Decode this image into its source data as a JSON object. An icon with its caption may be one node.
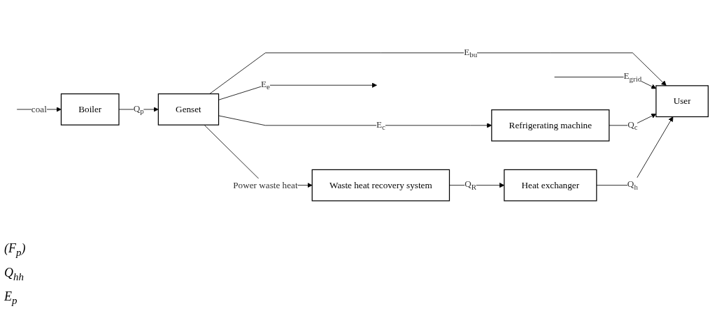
{
  "diagram": {
    "nodes": [
      {
        "text": [
          "Waste heat recovery system"
        ]
      },
      {
        "text": [
          "Boiler"
        ]
      },
      {
        "text": [
          "Genset"
        ]
      },
      {
        "text": [
          "Refrigerating machine"
        ]
      },
      {
        "text": [
          "Heat exchanger"
        ]
      },
      {
        "text": [
          "User"
        ]
      }
    ],
    "edges": [
      {
        "from": null,
        "to": 1,
        "arrow": "to",
        "label": "coal"
      },
      {
        "from": 1,
        "to": 2,
        "arrow": "to",
        "label": "Q$_{p}$"
      },
      {
        "from": 2,
        "to": 0,
        "arrow": "to",
        "label": "Power waste heat"
      },
      {
        "from": 0,
        "to": 4,
        "arrow": "to",
        "label": "Q$_{R}$"
      },
      {
        "from": 2,
        "to": 3,
        "arrow": "to",
        "label": "E$_{c}$"
      },
      {
        "from": 2,
        "to": 5,
        "arrow": "to",
        "label": "E$_{bu}$"
      },
      {
        "from": 2,
        "to": null,
        "arrow": "to",
        "label": "E$_{e}$"
      },
      {
        "from": null,
        "to": 5,
        "arrow": "to",
        "label": "E$_{grid}$"
      },
      {
        "from": 3,
        "to": 5,
        "arrow": "to",
        "label": "Q$_{c}$"
      },
      {
        "from": 4,
        "to": 5,
        "arrow": "to",
        "label": "Q$_{h}$"
      }
    ],
    "labels": [
      "(F$_{p}$)",
      "Q$_{hh}$",
      "E$_{p}$"
    ]
  }
}
